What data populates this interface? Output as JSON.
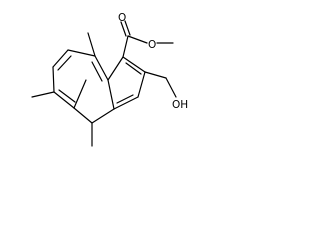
{
  "diagram": {
    "type": "chemical-structure",
    "atom_labels": {
      "carbonyl_oxygen": "O",
      "ester_oxygen": "O",
      "hydroxyl": "OH"
    },
    "colors": {
      "bond": "#000000",
      "text": "#000000",
      "background": "#ffffff"
    }
  }
}
